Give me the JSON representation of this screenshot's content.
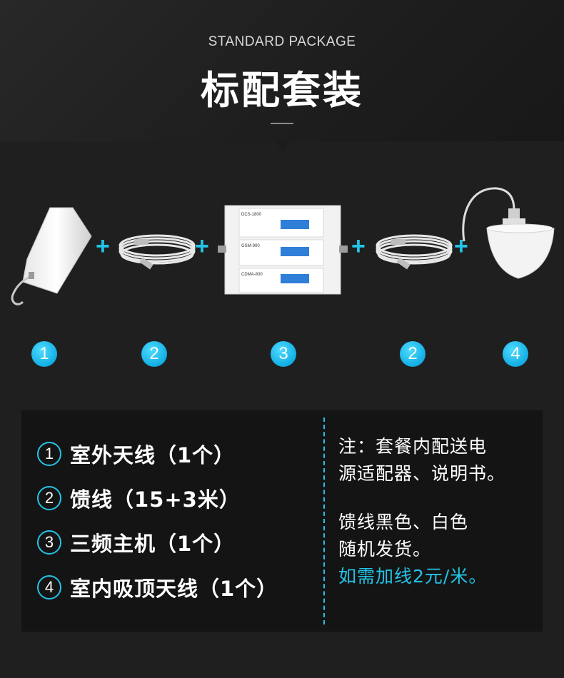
{
  "header": {
    "subtitle": "STANDARD PACKAGE",
    "title": "标配套装"
  },
  "products": {
    "plus": "+",
    "badges": [
      "1",
      "2",
      "3",
      "2",
      "4"
    ],
    "repeater_labels": {
      "dcs": "DCS-1800",
      "gsm": "GSM-900",
      "cdma": "CDMA-800"
    }
  },
  "list": {
    "items": [
      {
        "num": "1",
        "text": "室外天线（1个）"
      },
      {
        "num": "2",
        "text": "馈线（15+3米）"
      },
      {
        "num": "3",
        "text": "三频主机（1个）"
      },
      {
        "num": "4",
        "text": "室内吸顶天线（1个）"
      }
    ]
  },
  "notes": {
    "line1": "注：套餐内配送电",
    "line2": "源适配器、说明书。",
    "line3": "馈线黑色、白色",
    "line4": "随机发货。",
    "line5": "如需加线2元/米。"
  },
  "colors": {
    "accent": "#23c3e6",
    "background": "#1f1f1f",
    "panel": "#141414",
    "text": "#ffffff"
  },
  "icons": [
    "outdoor-antenna-icon",
    "feeder-cable-icon",
    "repeater-unit-icon",
    "ceiling-antenna-icon"
  ]
}
